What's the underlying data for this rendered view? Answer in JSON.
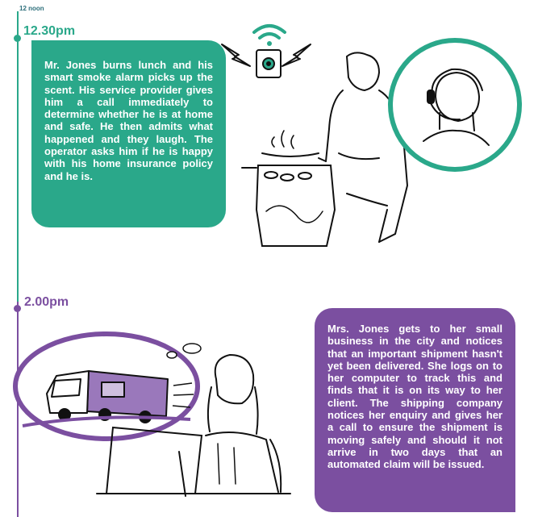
{
  "timeline": {
    "start_label": "12 noon",
    "events": [
      {
        "time": "12.30pm",
        "text": "Mr. Jones burns lunch and his smart smoke alarm picks up the scent. His service provider gives him a call immediately to determine whether he is at home and safe. He then admits what happened and they laugh. The operator asks him if he is happy with his home insurance policy and he is."
      },
      {
        "time": "2.00pm",
        "text": "Mrs. Jones gets to her small business in the city and notices that an important shipment hasn't yet been delivered. She logs on to her computer to track this and finds that it is on its way to her client. The shipping company notices her enquiry and gives her a call to ensure the shipment is moving safely and should it not arrive in two days that an automated claim will be issued."
      }
    ]
  },
  "colors": {
    "teal": "#2aa88a",
    "purple": "#7b4fa0",
    "label": "#2c6e7a"
  }
}
